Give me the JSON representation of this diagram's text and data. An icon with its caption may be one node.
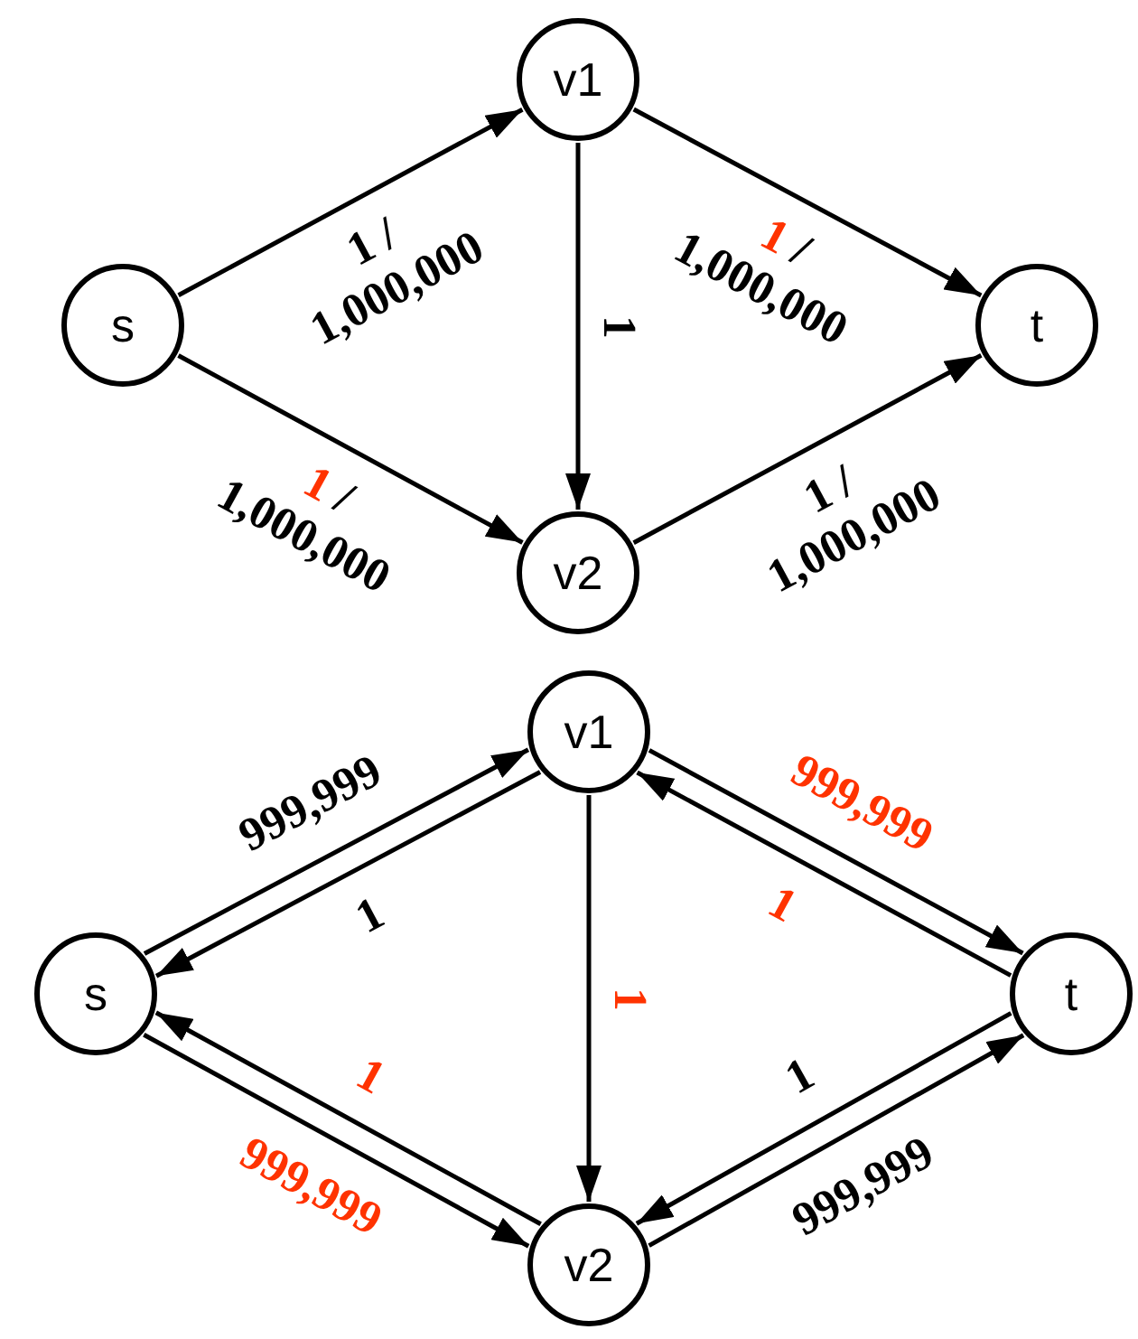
{
  "diagram": {
    "nodes": [
      {
        "text": [
          "s"
        ]
      },
      {
        "text": [
          "v1"
        ]
      },
      {
        "text": [
          "v2"
        ]
      },
      {
        "text": [
          "t"
        ]
      },
      {
        "text": [
          "s"
        ]
      },
      {
        "text": [
          "v1"
        ]
      },
      {
        "text": [
          "v2"
        ]
      },
      {
        "text": [
          "t"
        ]
      }
    ],
    "edges": [
      {
        "from": 0,
        "to": 1,
        "arrow": "to",
        "label": "1 / 1,000,000"
      },
      {
        "from": 1,
        "to": 3,
        "arrow": "to",
        "label": "**1** / 1,000,000"
      },
      {
        "from": 1,
        "to": 2,
        "arrow": "to",
        "label": "1"
      },
      {
        "from": 0,
        "to": 2,
        "arrow": "to",
        "label": "**1** / 1,000,000"
      },
      {
        "from": 2,
        "to": 3,
        "arrow": "to",
        "label": "1 / 1,000,000"
      },
      {
        "from": 4,
        "to": 5,
        "arrow": "to",
        "label": "999,999"
      },
      {
        "from": 5,
        "to": 4,
        "arrow": "to",
        "label": "1"
      },
      {
        "from": 5,
        "to": 6,
        "arrow": "to",
        "label": "**1**"
      },
      {
        "from": 5,
        "to": 7,
        "arrow": "to",
        "label": "**999,999**"
      },
      {
        "from": 7,
        "to": 5,
        "arrow": "to",
        "label": "**1**"
      },
      {
        "from": 7,
        "to": 6,
        "arrow": "to",
        "label": "1"
      },
      {
        "from": 6,
        "to": 7,
        "arrow": "to",
        "label": "999,999"
      },
      {
        "from": 6,
        "to": 4,
        "arrow": "to",
        "label": "**1**"
      },
      {
        "from": 4,
        "to": 6,
        "arrow": "to",
        "label": "**999,999**"
      }
    ]
  }
}
